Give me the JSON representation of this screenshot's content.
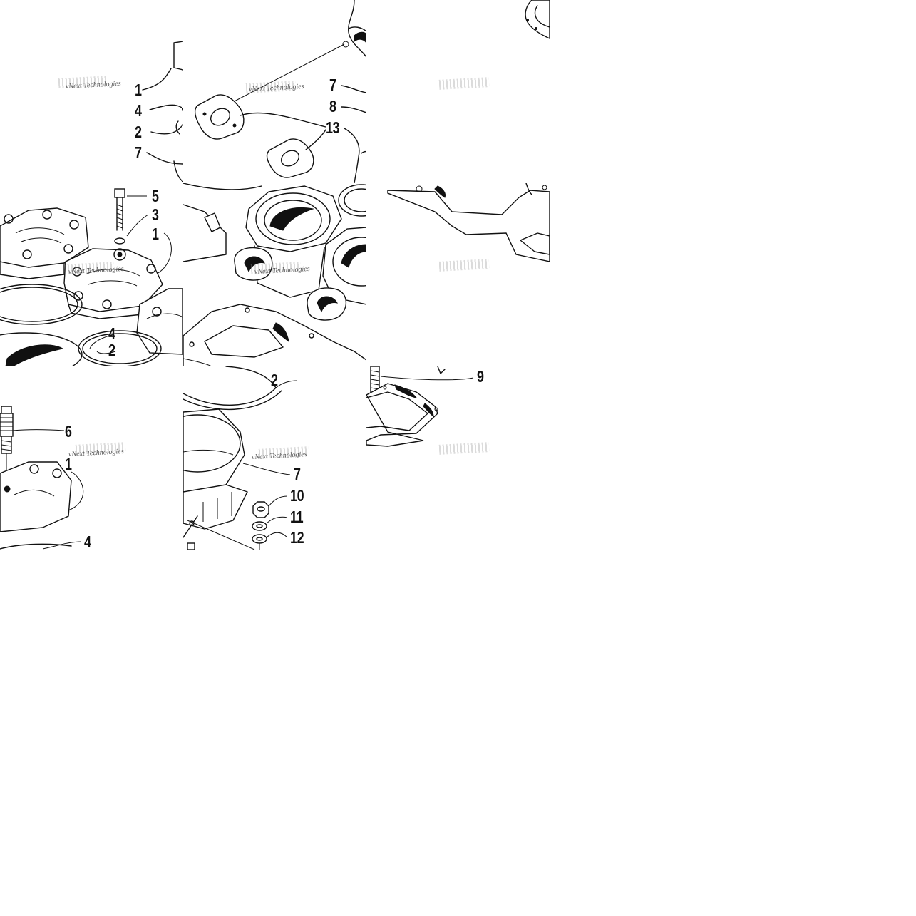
{
  "diagram": {
    "watermark": "vNext Technologies",
    "callouts": {
      "t1_1": "1",
      "t1_4": "4",
      "t1_2": "2",
      "t1_7": "7",
      "t2_7": "7",
      "t2_8": "8",
      "t2_13": "13",
      "t4_5": "5",
      "t4_3": "3",
      "t4_1": "1",
      "t4_4": "4",
      "t4_2": "2",
      "t5_2": "2",
      "t6_9": "9",
      "t7_6": "6",
      "t7_1": "1",
      "t7_4": "4",
      "t8_7": "7",
      "t8_10": "10",
      "t8_11": "11",
      "t8_12": "12"
    }
  }
}
